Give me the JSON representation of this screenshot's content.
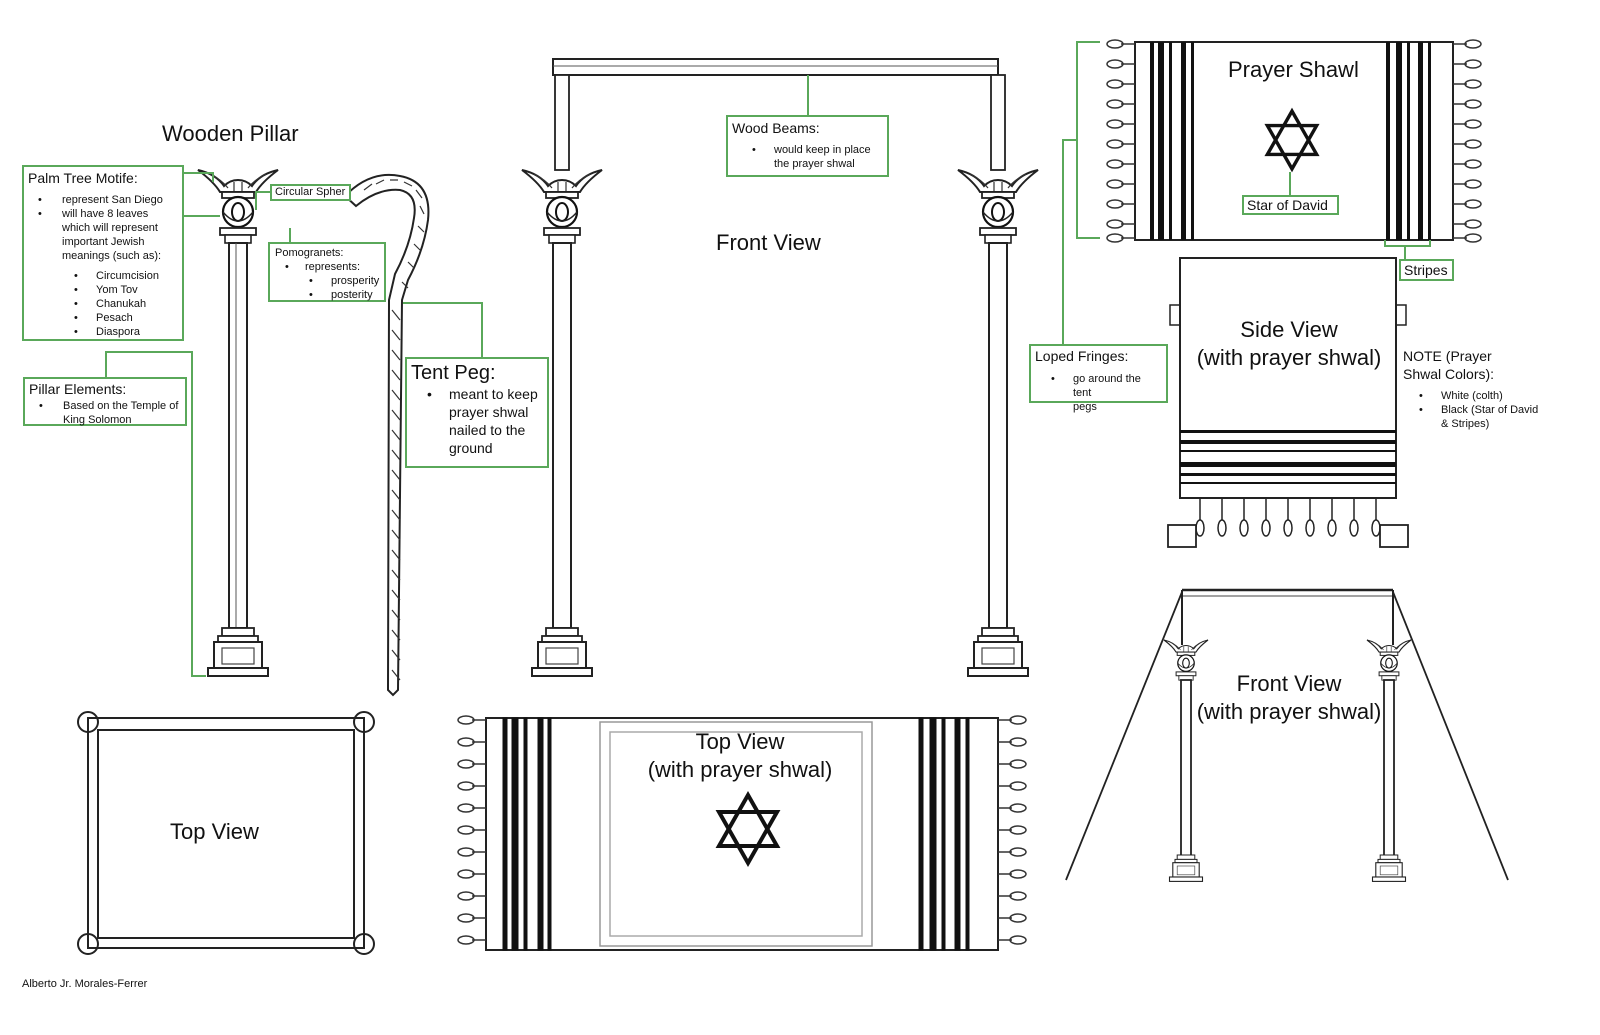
{
  "titles": {
    "wooden_pillar": "Wooden Pillar",
    "front_view": "Front View",
    "top_view": "Top View",
    "top_view_shawl_1": "Top View",
    "top_view_shawl_2": "(with prayer shwal)",
    "side_view_1": "Side View",
    "side_view_2": "(with prayer shwal)",
    "front_view_shawl_1": "Front View",
    "front_view_shawl_2": "(with prayer shwal)",
    "prayer_shawl": "Prayer Shawl"
  },
  "palm": {
    "heading": "Palm Tree Motife:",
    "items": [
      "represent San Diego",
      "will have 8 leaves",
      "which will represent",
      "important Jewish",
      "meanings (such as):"
    ],
    "sub": [
      "Circumcision",
      "Yom Tov",
      "Chanukah",
      "Pesach",
      "Diaspora"
    ]
  },
  "circular": "Circular Spher",
  "pomegranates": {
    "heading": "Pomogranets:",
    "item": "represents:",
    "sub": [
      "prosperity",
      "posterity"
    ]
  },
  "pillar": {
    "heading": "Pillar Elements:",
    "items": [
      "Based on the Temple of",
      "King Solomon"
    ]
  },
  "tent_peg": {
    "heading": "Tent Peg:",
    "lines": [
      "meant to keep",
      "prayer shwal",
      "nailed to the",
      "ground"
    ]
  },
  "wood_beams": {
    "heading": "Wood Beams:",
    "lines": [
      "would keep in place",
      "the prayer shwal"
    ]
  },
  "star_of_david": "Star of David",
  "stripes": "Stripes",
  "fringes": {
    "heading": "Loped Fringes:",
    "lines": [
      "go around the tent",
      "pegs"
    ]
  },
  "note": {
    "lines": [
      "NOTE (Prayer",
      "Shwal Colors):"
    ],
    "items": [
      "White (colth)",
      "Black (Star of David",
      "& Stripes)"
    ]
  },
  "author": "Alberto Jr. Morales-Ferrer"
}
